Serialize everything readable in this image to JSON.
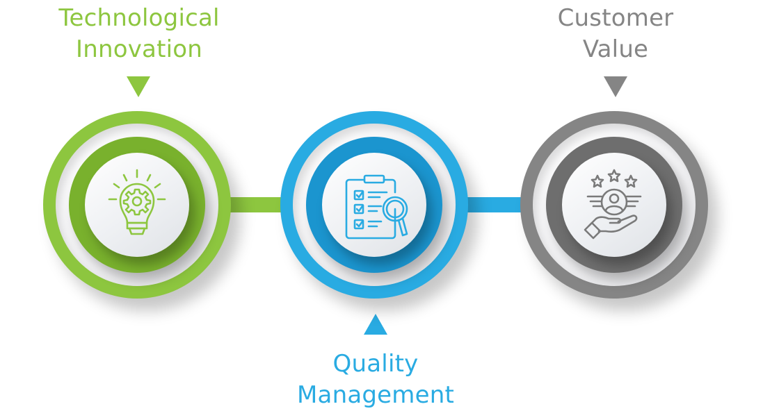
{
  "diagram": {
    "colors": {
      "green": "#8dc63f",
      "green_dark": "#79b12d",
      "blue": "#29abe2",
      "blue_dark": "#1b95cf",
      "gray": "#858585",
      "gray_dark": "#6e6e6e"
    },
    "steps": [
      {
        "id": "technological-innovation",
        "title_line1": "Technological",
        "title_line2": "Innovation",
        "label_position": "top",
        "icon": "lightbulb-gear-icon",
        "color": "green"
      },
      {
        "id": "quality-management",
        "title_line1": "Quality",
        "title_line2": "Management",
        "label_position": "bottom",
        "icon": "clipboard-magnifier-icon",
        "color": "blue"
      },
      {
        "id": "customer-value",
        "title_line1": "Customer",
        "title_line2": "Value",
        "label_position": "top",
        "icon": "hand-customer-stars-icon",
        "color": "gray"
      }
    ]
  }
}
